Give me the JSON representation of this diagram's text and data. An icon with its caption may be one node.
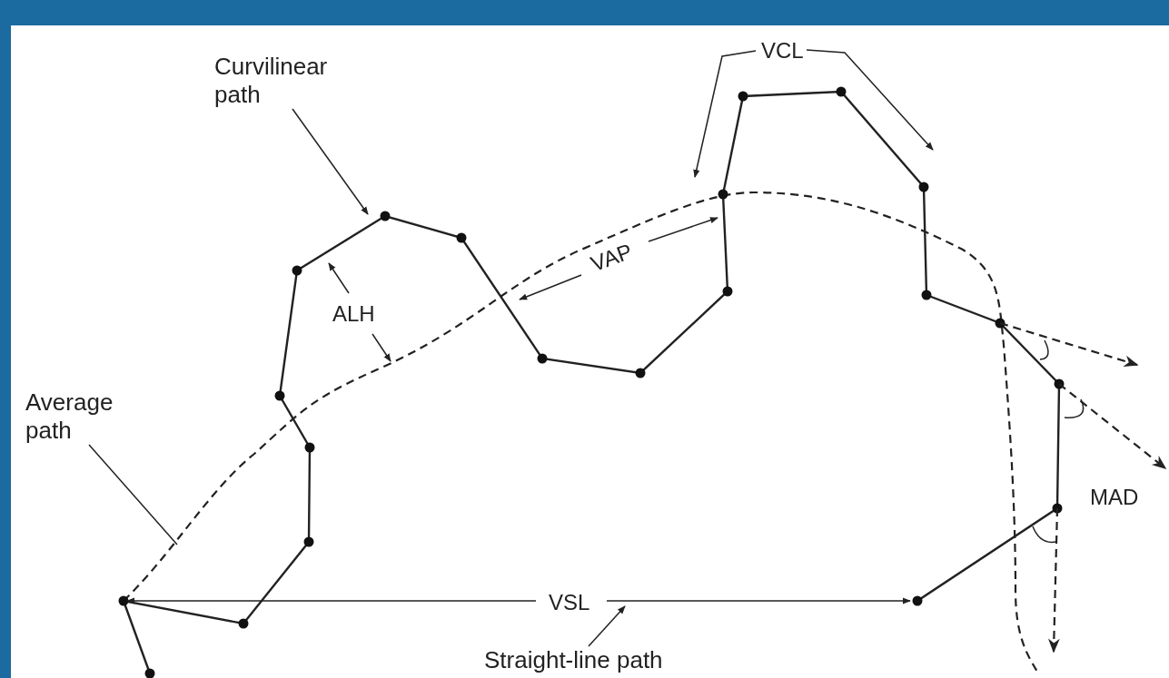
{
  "diagram": {
    "nodes": [
      {
        "text": [
          "Curvilinear path"
        ]
      },
      {
        "text": [
          "Average path"
        ]
      },
      {
        "text": [
          "Straight-line path"
        ]
      }
    ],
    "edges": [
      {
        "from": 0,
        "to": null,
        "arrow": "to"
      },
      {
        "from": 1,
        "to": null,
        "arrow": "none"
      },
      {
        "from": 2,
        "to": null,
        "arrow": "to"
      }
    ],
    "labels": [
      "VCL",
      "VAP",
      "ALH",
      "MAD",
      "VSL"
    ]
  }
}
